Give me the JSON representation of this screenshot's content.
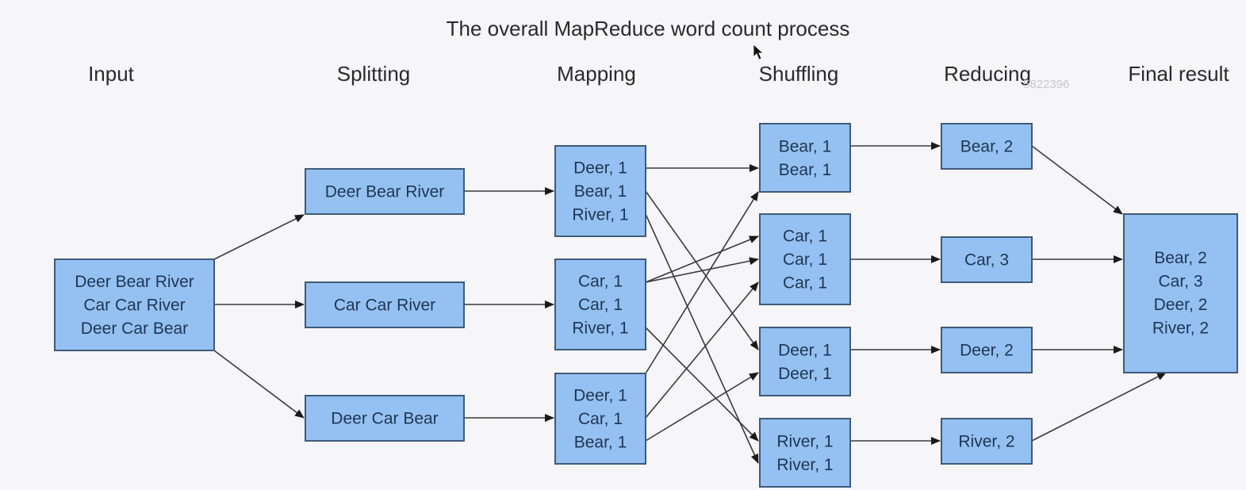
{
  "title": "The overall MapReduce word count process",
  "watermark": "5822396",
  "stages": [
    "Input",
    "Splitting",
    "Mapping",
    "Shuffling",
    "Reducing",
    "Final result"
  ],
  "nodes": {
    "input": [
      "Deer Bear River",
      "Car Car River",
      "Deer Car Bear"
    ],
    "split1": [
      "Deer Bear River"
    ],
    "split2": [
      "Car Car River"
    ],
    "split3": [
      "Deer Car Bear"
    ],
    "map1": [
      "Deer, 1",
      "Bear, 1",
      "River, 1"
    ],
    "map2": [
      "Car, 1",
      "Car, 1",
      "River, 1"
    ],
    "map3": [
      "Deer, 1",
      "Car, 1",
      "Bear, 1"
    ],
    "shuf1": [
      "Bear, 1",
      "Bear, 1"
    ],
    "shuf2": [
      "Car, 1",
      "Car, 1",
      "Car, 1"
    ],
    "shuf3": [
      "Deer, 1",
      "Deer, 1"
    ],
    "shuf4": [
      "River, 1",
      "River, 1"
    ],
    "red1": [
      "Bear, 2"
    ],
    "red2": [
      "Car, 3"
    ],
    "red3": [
      "Deer, 2"
    ],
    "red4": [
      "River, 2"
    ],
    "final": [
      "Bear, 2",
      "Car, 3",
      "Deer, 2",
      "River, 2"
    ]
  },
  "edges": [
    [
      "input",
      "split1"
    ],
    [
      "input",
      "split2"
    ],
    [
      "input",
      "split3"
    ],
    [
      "split1",
      "map1"
    ],
    [
      "split2",
      "map2"
    ],
    [
      "split3",
      "map3"
    ],
    [
      "map1",
      "shuf1"
    ],
    [
      "map1",
      "shuf3"
    ],
    [
      "map1",
      "shuf4"
    ],
    [
      "map2",
      "shuf2"
    ],
    [
      "map2",
      "shuf2"
    ],
    [
      "map2",
      "shuf4"
    ],
    [
      "map3",
      "shuf1"
    ],
    [
      "map3",
      "shuf2"
    ],
    [
      "map3",
      "shuf3"
    ],
    [
      "shuf1",
      "red1"
    ],
    [
      "shuf2",
      "red2"
    ],
    [
      "shuf3",
      "red3"
    ],
    [
      "shuf4",
      "red4"
    ],
    [
      "red1",
      "final"
    ],
    [
      "red2",
      "final"
    ],
    [
      "red3",
      "final"
    ],
    [
      "red4",
      "final"
    ]
  ]
}
